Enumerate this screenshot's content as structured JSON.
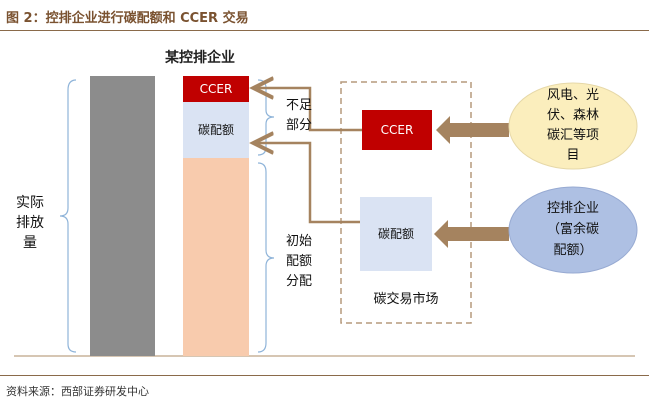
{
  "figure": {
    "title": "图 2：控排企业进行碳配额和 CCER 交易",
    "source": "资料来源：西部证券研发中心"
  },
  "diagram": {
    "company_label": "某控排企业",
    "actual_emissions_label": [
      "实际",
      "排放",
      "量"
    ],
    "ccer_bar_label": "CCER",
    "allowance_bar_label": "碳配额",
    "shortfall_label": [
      "不足",
      "部分"
    ],
    "initial_allowance_label": [
      "初始",
      "配额",
      "分配"
    ],
    "market": {
      "label": "碳交易市场",
      "ccer_box": "CCER",
      "allowance_box": "碳配额"
    },
    "sources": {
      "renewables": [
        "风电、光",
        "伏、森林",
        "碳汇等项",
        "目"
      ],
      "companies": [
        "控排企业",
        "（富余碳",
        "配额）"
      ]
    },
    "colors": {
      "gray_bar": "#8c8c8c",
      "ccer_red": "#c00000",
      "allowance_lightblue": "#dae3f3",
      "initial_peach": "#f8cbad",
      "arrow_brown": "#a5835f",
      "renewables_fill": "#fbeebd",
      "companies_fill": "#aec0e3",
      "dashed_border": "#b59a7d"
    }
  }
}
